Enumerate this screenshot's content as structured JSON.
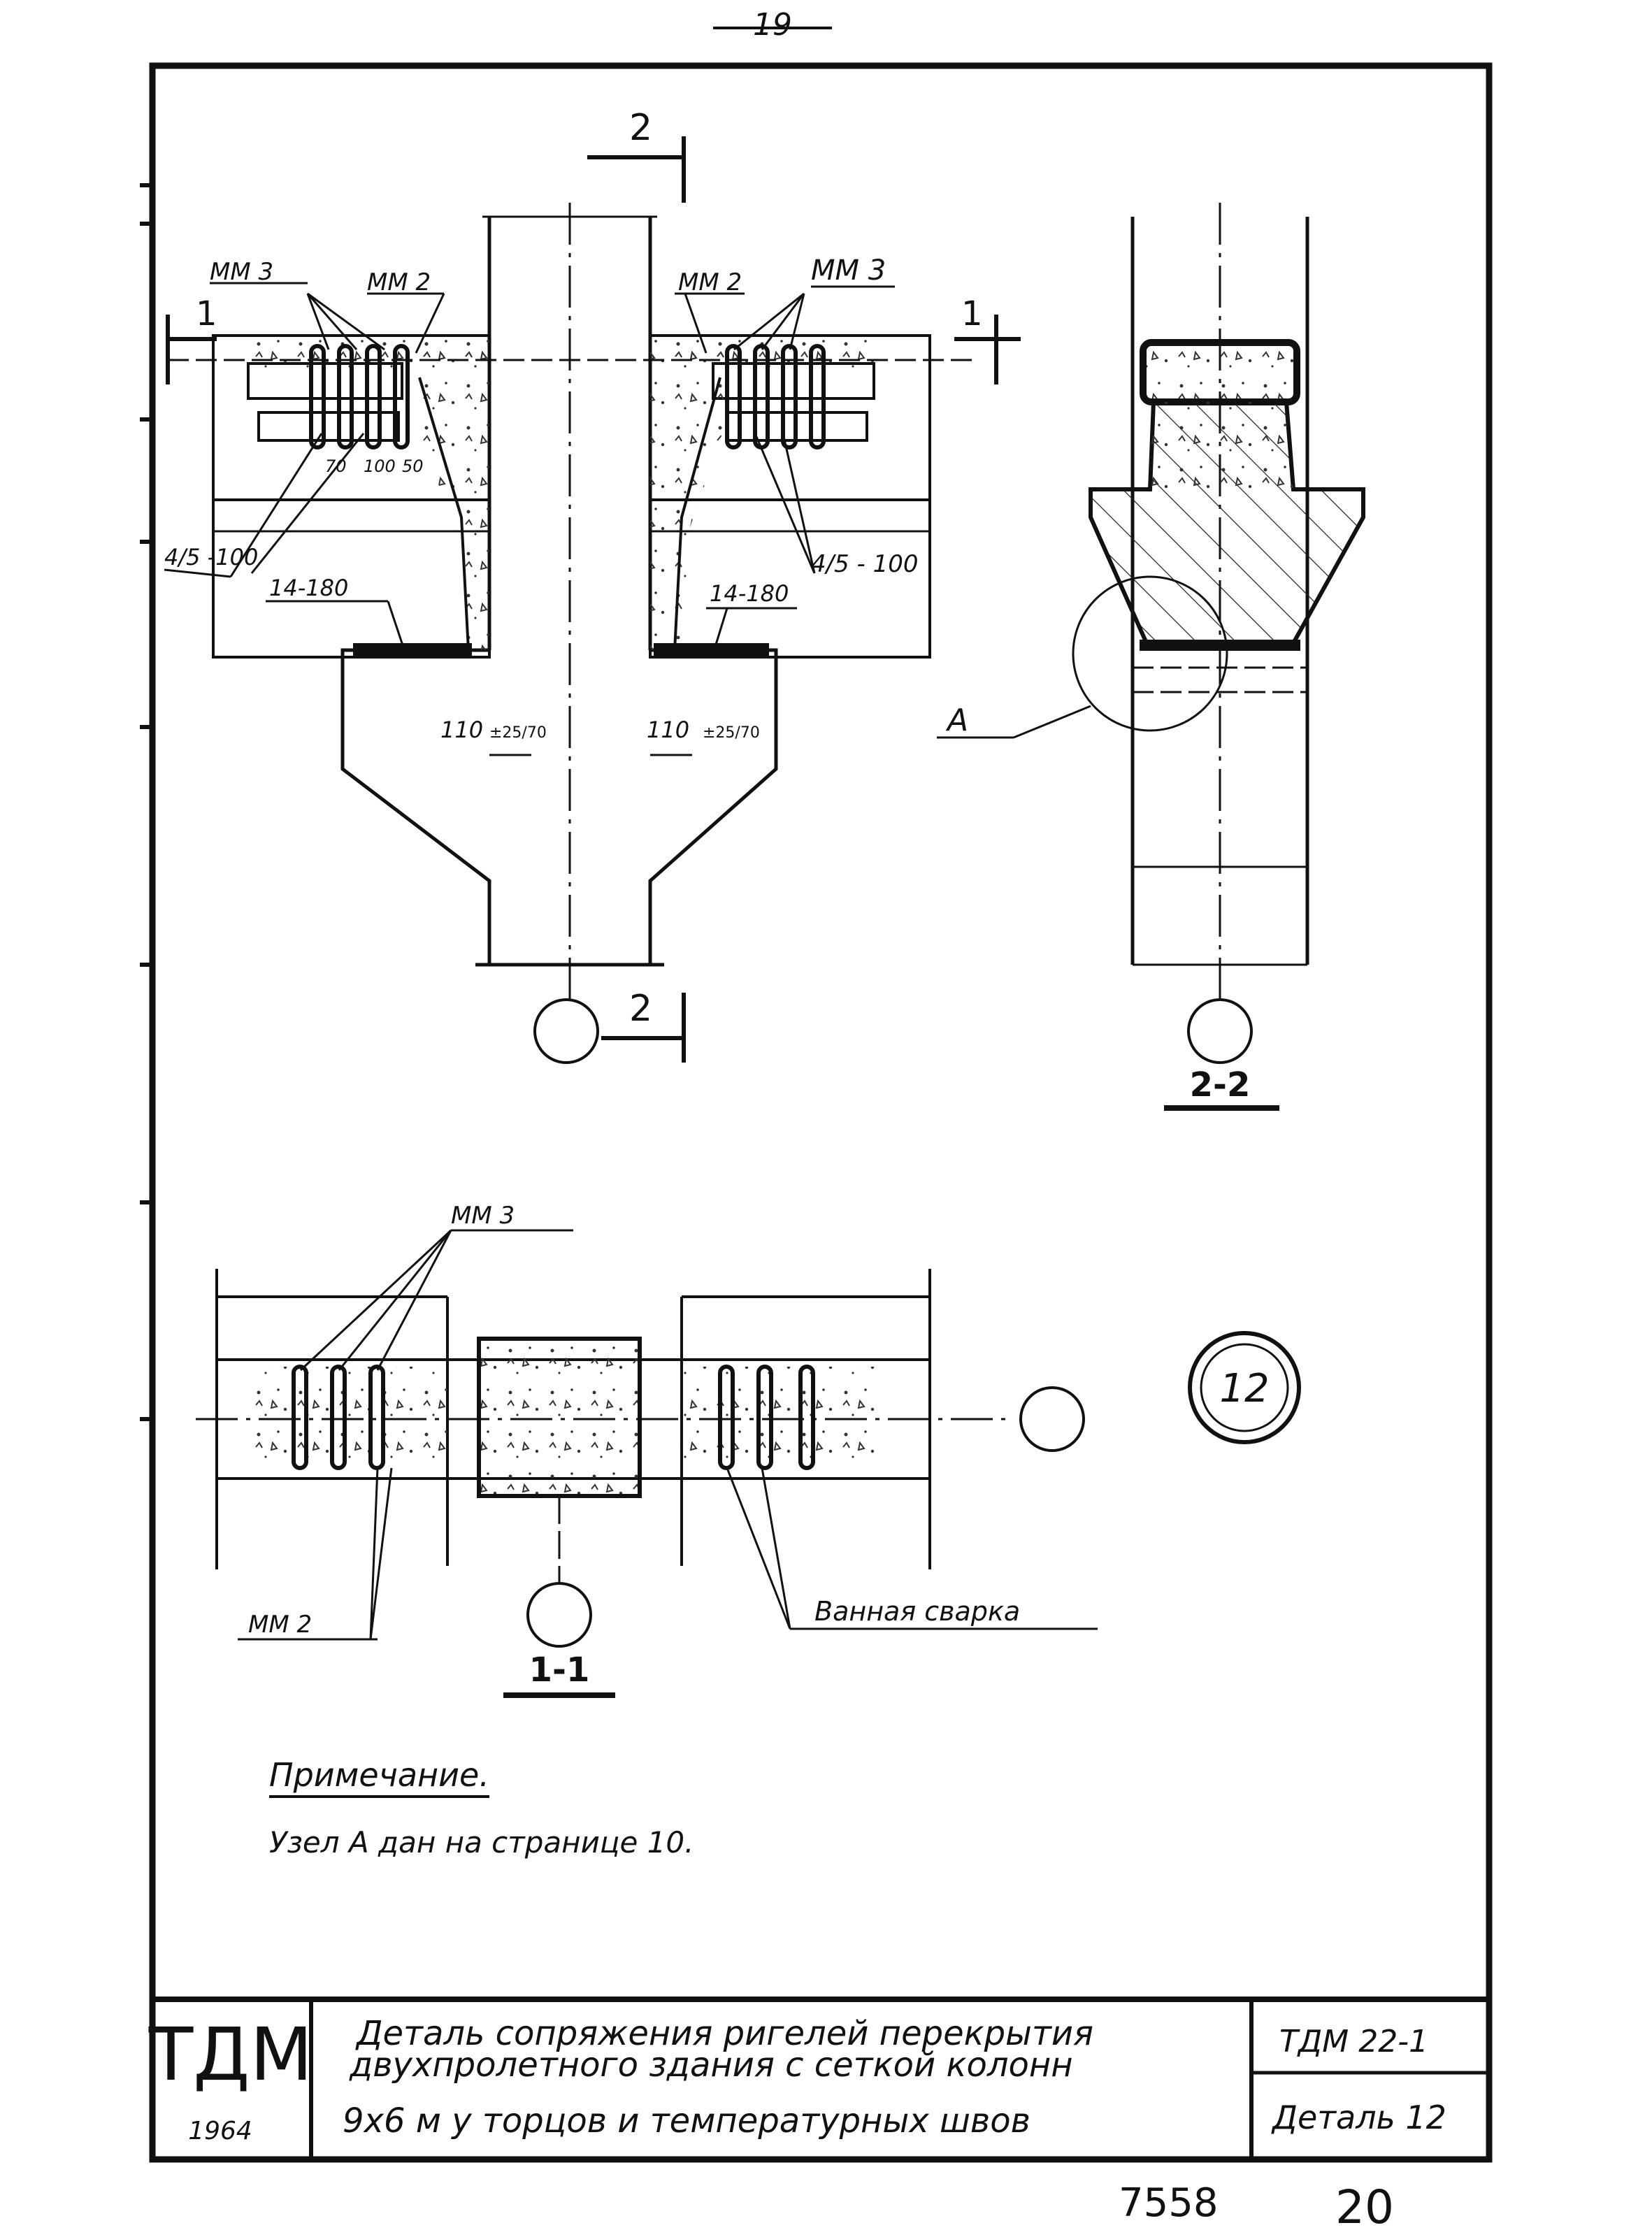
{
  "page_number": "19",
  "section_cuts": {
    "cut2_top": "2",
    "cut2_bottom": "2",
    "cut1_left": "1",
    "cut1_right": "1"
  },
  "elevation_labels": {
    "mm3_left": "ММ 3",
    "mm2_left": "ММ 2",
    "mm2_right": "ММ 2",
    "mm3_right": "ММ 3",
    "dims_left": [
      "70",
      "100",
      "50"
    ],
    "rebar_left": "4/5 -100",
    "rebar_right": "4/5 - 100",
    "bar_left": "14-180",
    "bar_right": "14-180",
    "dim110_left": "110",
    "dim110_right": "110",
    "tol_left": "±25/70",
    "tol_right": "±25/70"
  },
  "section22": {
    "title": "2-2",
    "node_label": "А"
  },
  "plan11": {
    "title": "1-1",
    "mm3": "ММ 3",
    "mm2": "ММ 2",
    "weld": "Ванная сварка"
  },
  "detail_number": "12",
  "note": {
    "heading": "Примечание.",
    "text": "Узел А дан на странице 10."
  },
  "title_block": {
    "org": "ТДМ",
    "year": "1964",
    "title_lines": [
      "Деталь сопряжения ригелей перекрытия",
      "двухпролетного здания с сеткой колонн",
      "9х6 м у торцов и температурных швов"
    ],
    "code": "ТДМ 22-1",
    "detail": "Деталь 12"
  },
  "archive_number": "7558",
  "sheet_number": "20"
}
